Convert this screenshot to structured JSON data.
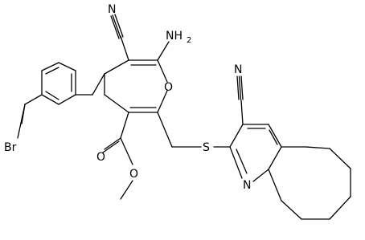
{
  "atoms": {
    "nitrile_top": "N",
    "amine_top": "NH",
    "amine_top_sub": "2",
    "ring_oxygen": "O",
    "bromine": "Br",
    "ester_oxygen_carbonyl": "O",
    "ester_oxygen_ether": "O",
    "thioether_sulfur": "S",
    "nitrile_right": "N",
    "pyridine_nitrogen": "N"
  },
  "colors": {
    "bond": "#000000",
    "label": "#000000",
    "background": "#ffffff"
  }
}
